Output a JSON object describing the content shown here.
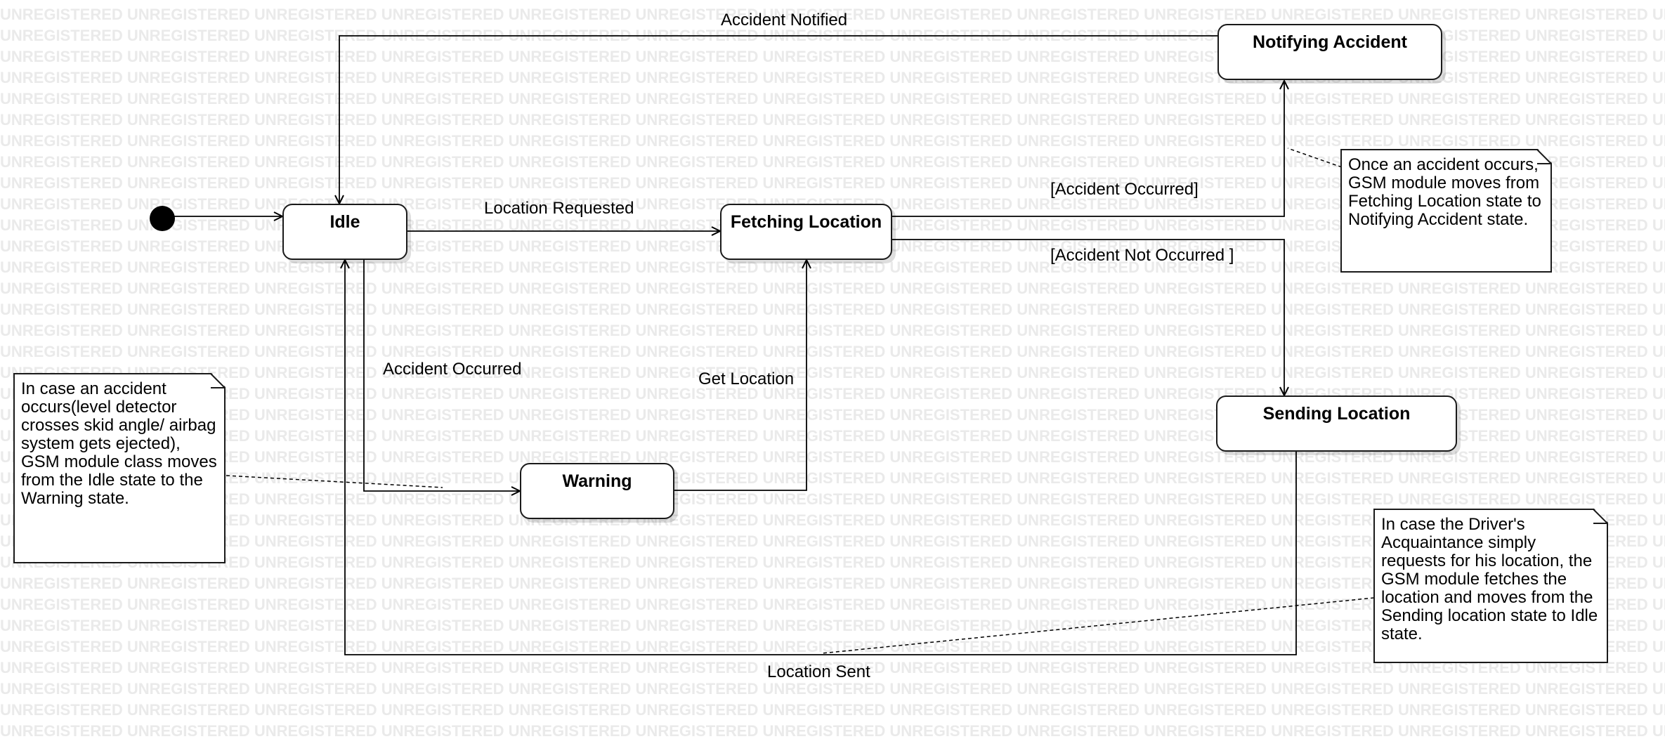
{
  "watermark_text": "UNREGISTERED",
  "states": {
    "idle": "Idle",
    "fetching": "Fetching Location",
    "notifying": "Notifying Accident",
    "sending": "Sending Location",
    "warning": "Warning"
  },
  "transitions": {
    "accident_notified": "Accident Notified",
    "location_requested": "Location Requested",
    "accident_occurred_guard": "[Accident Occurred]",
    "accident_not_occurred_guard": "[Accident Not Occurred ]",
    "accident_occurred": "Accident Occurred",
    "get_location": "Get Location",
    "location_sent": "Location Sent"
  },
  "notes": {
    "notifying": "Once an accident occurs, GSM module moves from Fetching Location state to Notifying Accident state.",
    "warning": "In case an accident occurs(level detector crosses skid angle/ airbag system gets ejected), GSM module class moves from the Idle state to the Warning state.",
    "sending": "In case the Driver's Acquaintance simply requests for his location, the GSM module fetches the location and moves from the Sending location state to Idle state."
  }
}
